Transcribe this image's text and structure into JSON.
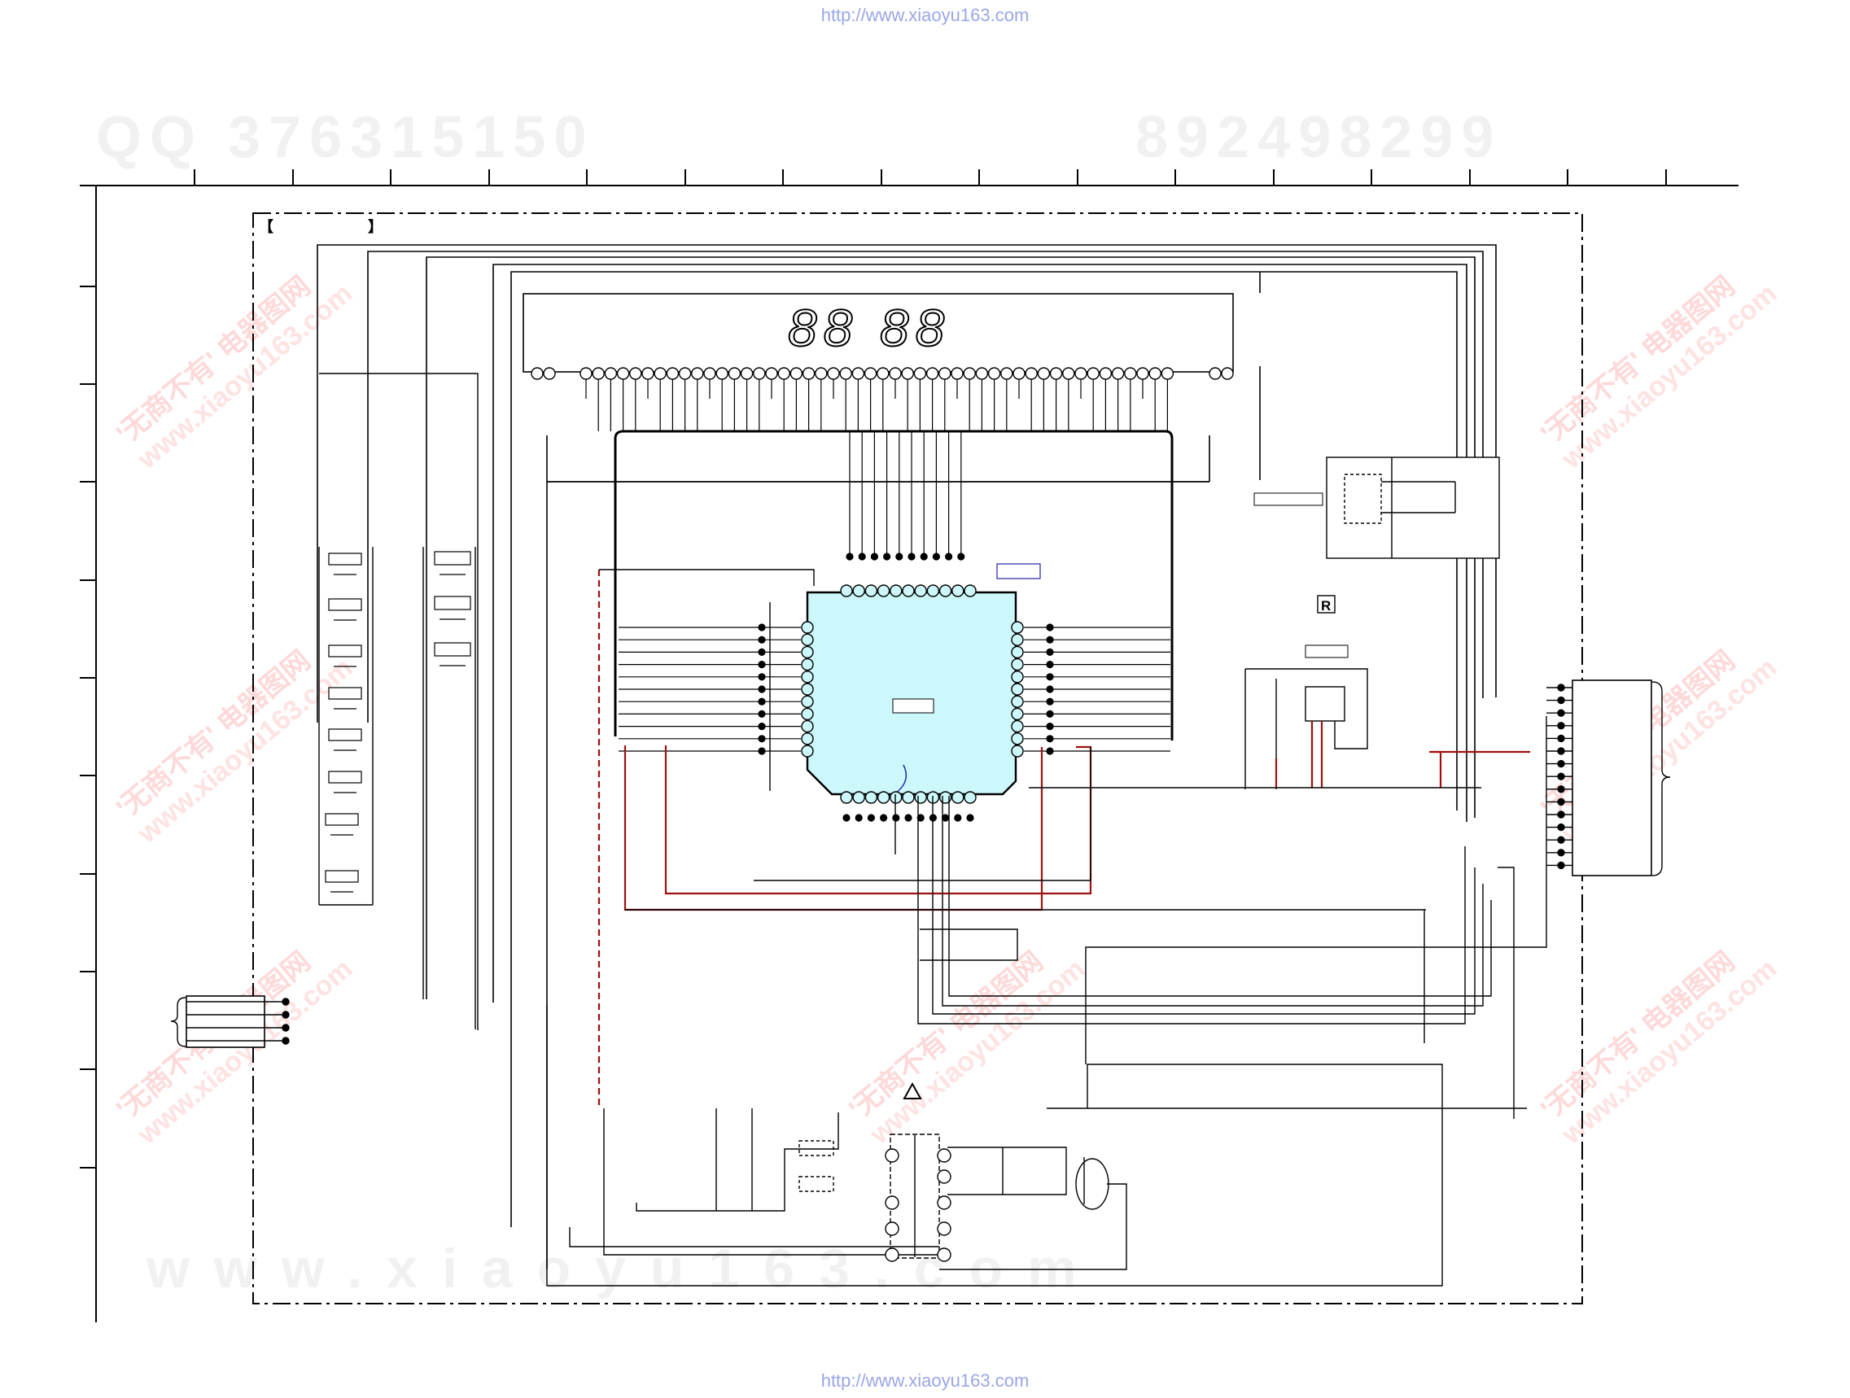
{
  "source_url_top": "http://www.xiaoyu163.com",
  "source_url_bottom": "http://www.xiaoyu163.com",
  "watermark_qq": "QQ 376315150",
  "watermark_tel": "892498299",
  "watermark_www": "www.xiaoyu163.com",
  "watermark_cn": "'无商不有' 电器图网",
  "watermark_site": "www.xiaoyu163.com",
  "display_digits": "88 88",
  "bracket_left": "【",
  "bracket_right": "】",
  "recycle_symbol": "R",
  "colors": {
    "ic_fill": "#ccf7fb",
    "trace_red": "#a01010",
    "line": "#000000",
    "label_box": "#2222aa"
  }
}
